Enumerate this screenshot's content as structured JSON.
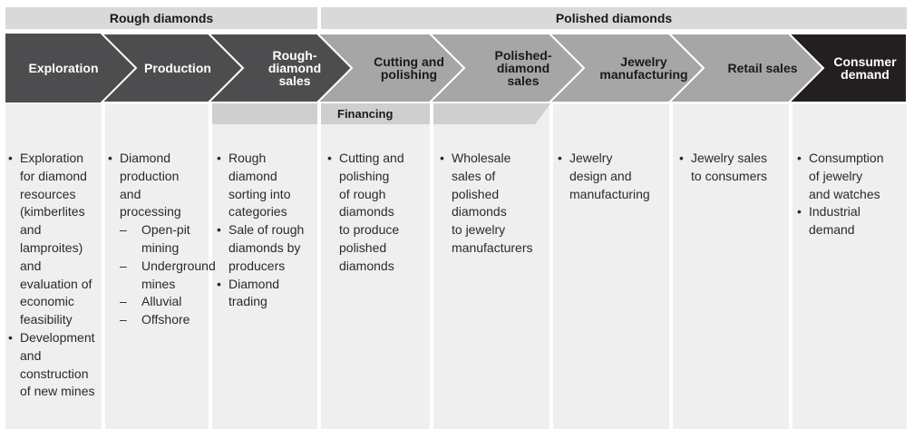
{
  "groups": {
    "rough": "Rough diamonds",
    "polished": "Polished diamonds"
  },
  "stages": [
    {
      "label": [
        "Exploration"
      ]
    },
    {
      "label": [
        "Production"
      ]
    },
    {
      "label": [
        "Rough-",
        "diamond",
        "sales"
      ]
    },
    {
      "label": [
        "Cutting and",
        "polishing"
      ]
    },
    {
      "label": [
        "Polished-",
        "diamond",
        "sales"
      ]
    },
    {
      "label": [
        "Jewelry",
        "manufacturing"
      ]
    },
    {
      "label": [
        "Retail sales"
      ]
    },
    {
      "label": [
        "Consumer",
        "demand"
      ]
    }
  ],
  "financing": "Financing",
  "columns": [
    {
      "bullets": [
        {
          "text": [
            "Exploration",
            "for diamond",
            "resources",
            "(kimberlites",
            "and",
            "lamproites)",
            "and",
            "evaluation of",
            "economic",
            "feasibility"
          ]
        },
        {
          "text": [
            "Development",
            "and",
            "construction",
            "of new mines"
          ]
        }
      ]
    },
    {
      "bullets": [
        {
          "text": [
            "Diamond",
            "production",
            "and",
            "processing"
          ],
          "sub": [
            [
              "Open-pit",
              "mining"
            ],
            [
              "Underground",
              "mines"
            ],
            [
              "Alluvial"
            ],
            [
              "Offshore"
            ]
          ]
        }
      ]
    },
    {
      "bullets": [
        {
          "text": [
            "Rough",
            "diamond",
            "sorting into",
            "categories"
          ]
        },
        {
          "text": [
            "Sale of rough",
            "diamonds by",
            "producers"
          ]
        },
        {
          "text": [
            "Diamond",
            "trading"
          ]
        }
      ]
    },
    {
      "bullets": [
        {
          "text": [
            "Cutting and",
            "polishing",
            "of rough",
            "diamonds",
            "to produce",
            "polished",
            "diamonds"
          ]
        }
      ]
    },
    {
      "bullets": [
        {
          "text": [
            "Wholesale",
            "sales of",
            "polished",
            "diamonds",
            "to jewelry",
            "manufacturers"
          ]
        }
      ]
    },
    {
      "bullets": [
        {
          "text": [
            "Jewelry",
            "design and",
            "manufacturing"
          ]
        }
      ]
    },
    {
      "bullets": [
        {
          "text": [
            "Jewelry sales",
            "to consumers"
          ]
        }
      ]
    },
    {
      "bullets": [
        {
          "text": [
            "Consumption",
            "of jewelry",
            "and watches"
          ]
        },
        {
          "text": [
            "Industrial",
            "demand"
          ]
        }
      ]
    }
  ],
  "colors": {
    "rough_chevron": "#4d4d4f",
    "polished_chevron": "#a6a6a6",
    "consumer_chevron": "#231f20",
    "header_band": "#d9d9d9",
    "column_bg": "#efefef",
    "financing_band": "#cfcfcf"
  }
}
